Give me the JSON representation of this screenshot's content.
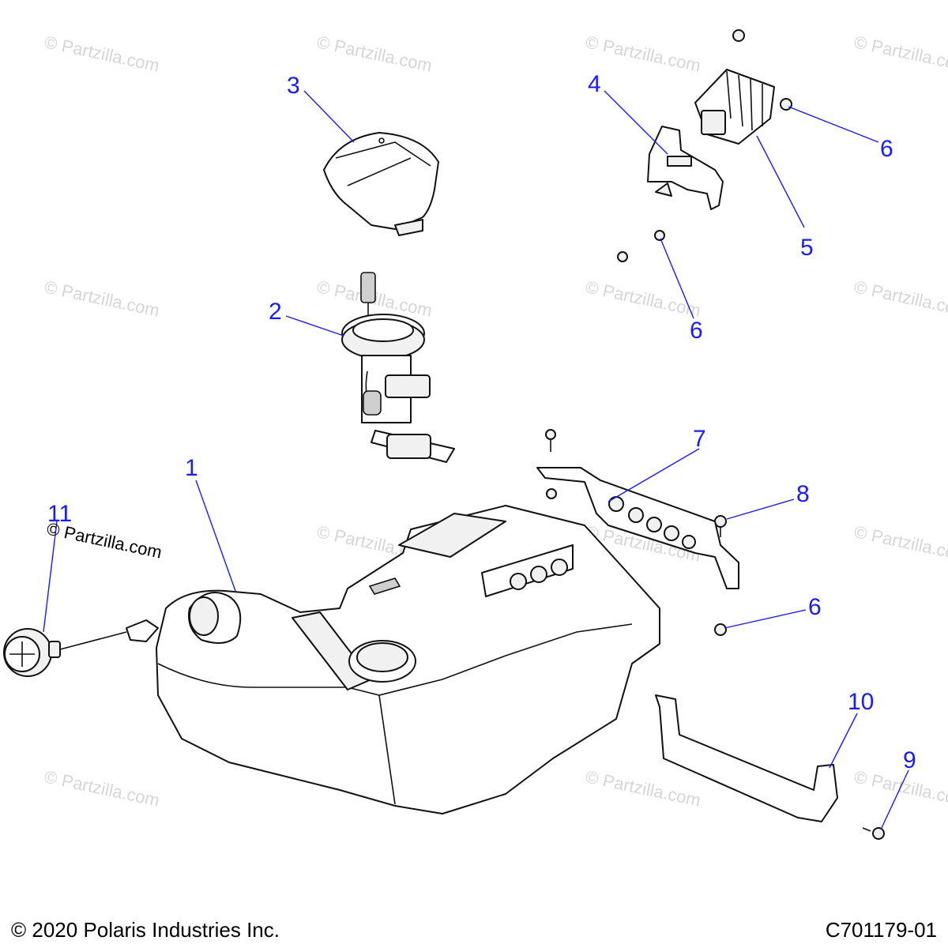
{
  "watermark": "© Partzilla.com",
  "stamp": "© Partzilla.com",
  "copyright": "© 2020 Polaris Industries Inc.",
  "diagram_id": "C701179-01",
  "callouts": {
    "c1": "1",
    "c2": "2",
    "c3": "3",
    "c4": "4",
    "c5": "5",
    "c6a": "6",
    "c6b": "6",
    "c6c": "6",
    "c7": "7",
    "c8": "8",
    "c9": "9",
    "c10": "10",
    "c11": "11"
  },
  "colors": {
    "callout": "#1a1aff",
    "watermark": "#d6d6d6",
    "outline": "#111111"
  }
}
